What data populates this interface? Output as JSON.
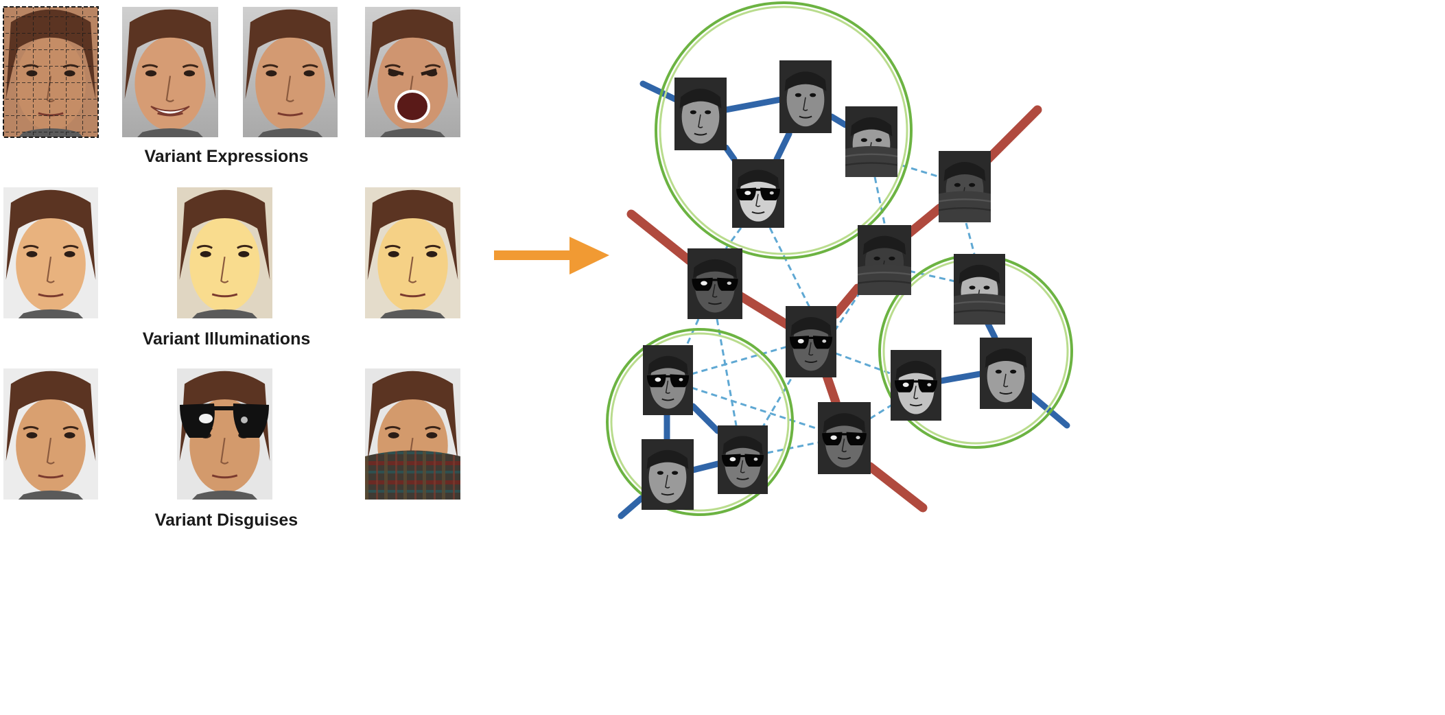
{
  "captions": {
    "expressions": "Variant Expressions",
    "illuminations": "Variant Illuminations",
    "disguises": "Variant Disguises"
  },
  "left_panel": {
    "rows": [
      {
        "group": "expressions",
        "photos": [
          "grid-overlay",
          "smiling",
          "neutral",
          "screaming"
        ]
      },
      {
        "group": "illuminations",
        "photos": [
          "normal-light",
          "bright-light",
          "bright-light"
        ]
      },
      {
        "group": "disguises",
        "photos": [
          "plain",
          "sunglasses",
          "scarf"
        ]
      }
    ]
  },
  "graph": {
    "clusters": [
      "top-left-cluster",
      "bottom-left-cluster",
      "right-cluster"
    ],
    "edge_types": [
      "intra-class-solid",
      "inter-class-dashed",
      "boundary-red"
    ]
  },
  "colors": {
    "arrow": "#f19a33",
    "blue_edge": "#3065a8",
    "dashed_edge": "#5fa8d3",
    "red_edge": "#b04a3e",
    "cluster_ring": "#6cb342",
    "cluster_ring_light": "#b9dc8d"
  }
}
